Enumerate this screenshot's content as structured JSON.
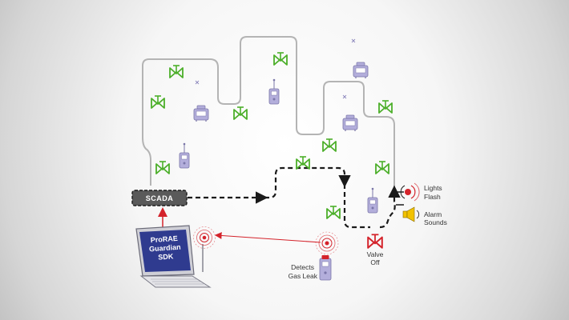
{
  "scada": {
    "label": "SCADA"
  },
  "sdk": {
    "lines": [
      "ProRAE",
      "Guardian",
      "SDK"
    ]
  },
  "detects": {
    "lines": [
      "Detects",
      "Gas Leak"
    ]
  },
  "valve_off": {
    "lines": [
      "Valve",
      "Off"
    ]
  },
  "lights": {
    "lines": [
      "Lights",
      "Flash"
    ]
  },
  "alarm": {
    "lines": [
      "Alarm",
      "Sounds"
    ]
  },
  "colors": {
    "pipe": "#b4b4b4",
    "flow": "#1a1a1a",
    "valve_open": "#4caf2a",
    "valve_closed": "#d4232b",
    "device": "#a9a4d2",
    "signal": "#d4232b",
    "alarm": "#f2c200",
    "sdk_screen": "#2f3b8f"
  }
}
